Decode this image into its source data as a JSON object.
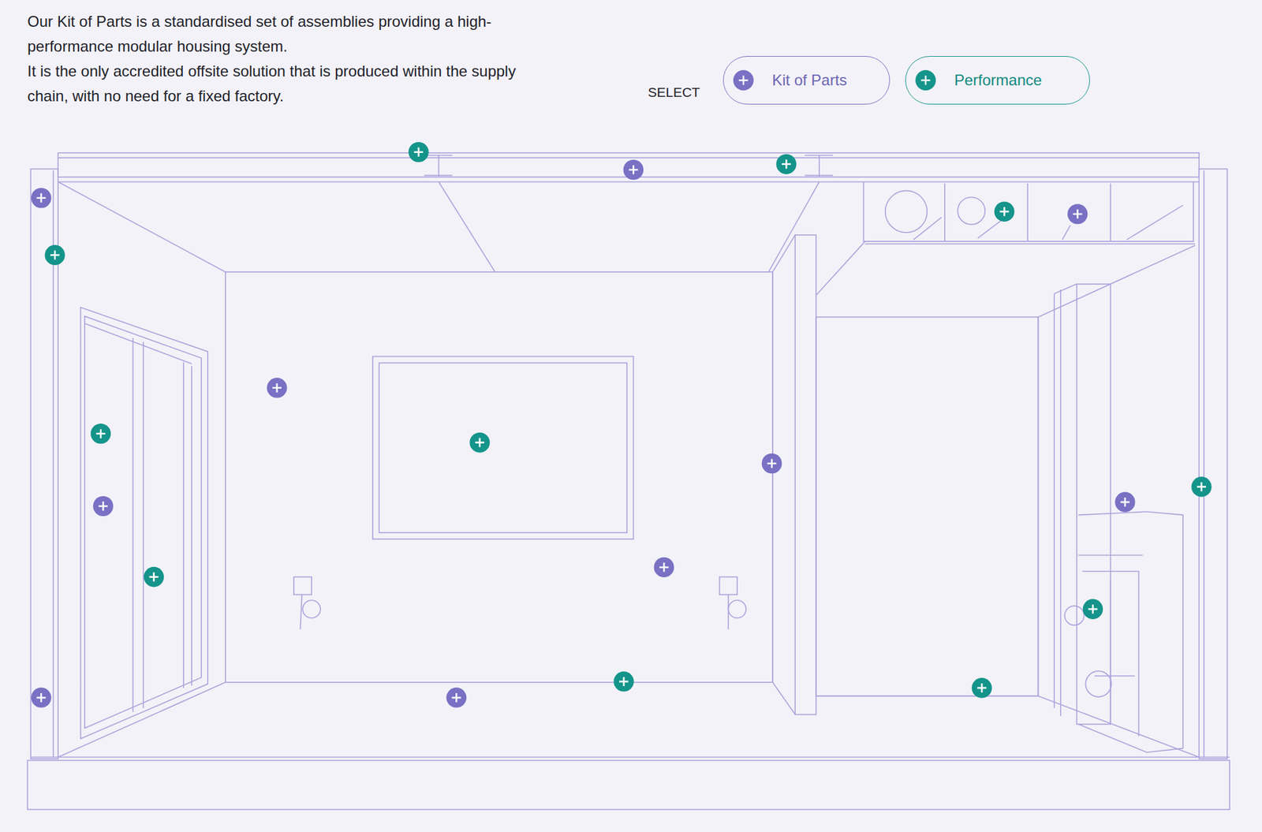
{
  "diagram": {
    "nodes": [
      {
        "text": [
          "Kit of Parts"
        ]
      },
      {
        "text": [
          "Performance"
        ]
      }
    ],
    "labels": [
      "Our Kit of Parts is a standardised set of assemblies providing a high-performance modular housing system.",
      "It is the only accredited offsite solution that is produced within the supply chain, with no need for a fixed factory.",
      "SELECT"
    ]
  }
}
